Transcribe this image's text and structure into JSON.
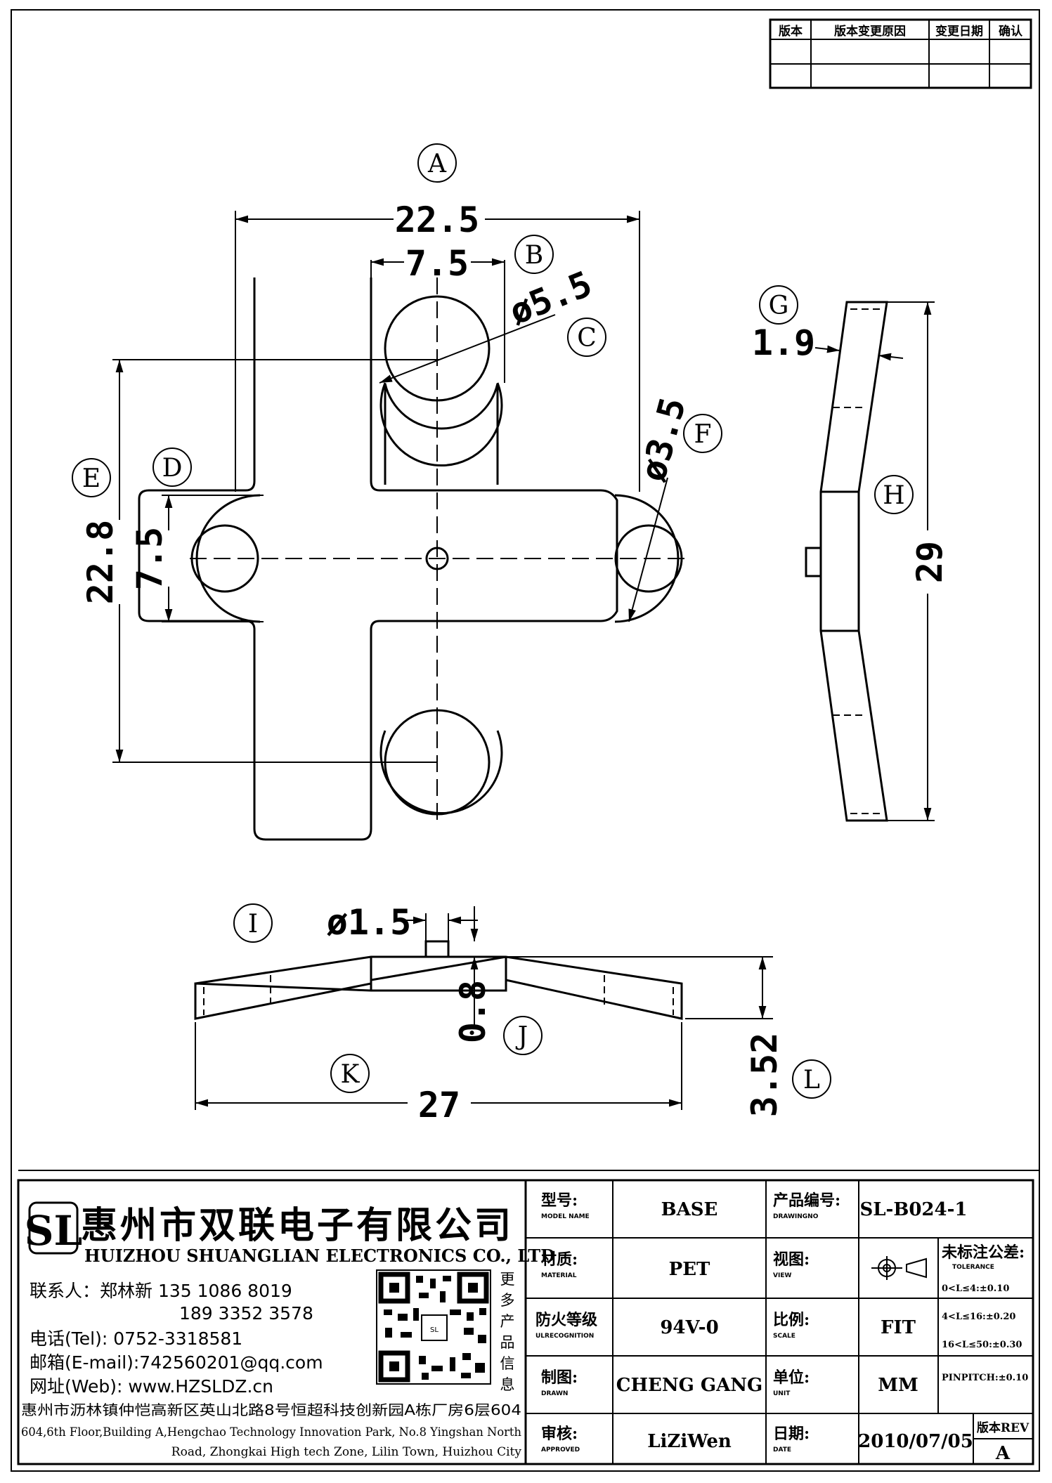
{
  "revision_table": {
    "headers": [
      "版本",
      "版本变更原因",
      "变更日期",
      "确认"
    ]
  },
  "drawing": {
    "labels": {
      "A": "A",
      "B": "B",
      "C": "C",
      "D": "D",
      "E": "E",
      "F": "F",
      "G": "G",
      "H": "H",
      "I": "I",
      "J": "J",
      "K": "K",
      "L": "L"
    },
    "dims": {
      "A": "22.5",
      "B": "7.5",
      "C": "ø5.5",
      "D": "7.5",
      "E": "22.8",
      "F": "ø3.5",
      "G": "1.9",
      "H": "29",
      "I": "ø1.5",
      "J": "0.8",
      "K": "27",
      "L": "3.52"
    }
  },
  "company": {
    "name_cn": "惠州市双联电子有限公司",
    "name_en": "HUIZHOU SHUANGLIAN ELECTRONICS CO., LTD",
    "contact_line": "联系人：郑林新  135 1086 8019",
    "contact_line2": "189 3352 3578",
    "tel": "电话(Tel): 0752-3318581",
    "email": "邮箱(E-mail):742560201@qq.com",
    "web": "网址(Web): www.HZSLDZ.cn",
    "more_info": [
      "更",
      "多",
      "产",
      "品",
      "信",
      "息"
    ],
    "address_cn": "惠州市沥林镇仲恺高新区英山北路8号恒超科技创新园A栋厂房6层604",
    "address_en_1": "604,6th Floor,Building A,Hengchao Technology Innovation Park, No.8 Yingshan North",
    "address_en_2": "Road, Zhongkai High tech Zone, Lilin Town, Huizhou City"
  },
  "title_block": {
    "model_label": "型号:",
    "model_label_en": "MODEL NAME",
    "model_value": "BASE",
    "drawing_no_label": "产品编号:",
    "drawing_no_label_en": "DRAWINGNO",
    "drawing_no_value": "SL-B024-1",
    "material_label": "材质:",
    "material_label_en": "MATERIAL",
    "material_value": "PET",
    "view_label": "视图:",
    "view_label_en": "VIEW",
    "tolerance_label": "未标注公差:",
    "tolerance_label_en": "TOLERANCE",
    "tolerances": [
      "0<L≤4:±0.10",
      "4<L≤16:±0.20",
      "16<L≤50:±0.30",
      "PINPITCH:±0.10"
    ],
    "fire_label": "防火等级",
    "fire_label_en": "ULRECOGNITION",
    "fire_value": "94V-0",
    "scale_label": "比例:",
    "scale_label_en": "SCALE",
    "scale_value": "FIT",
    "drawn_label": "制图:",
    "drawn_label_en": "DRAWN",
    "drawn_value": "CHENG GANG",
    "unit_label": "单位:",
    "unit_label_en": "UNIT",
    "unit_value": "MM",
    "approved_label": "审核:",
    "approved_label_en": "APPROVED",
    "approved_value": "LiZiWen",
    "date_label": "日期:",
    "date_label_en": "DATE",
    "date_value": "2010/07/05",
    "rev_label": "版本REV",
    "rev_value": "A"
  }
}
